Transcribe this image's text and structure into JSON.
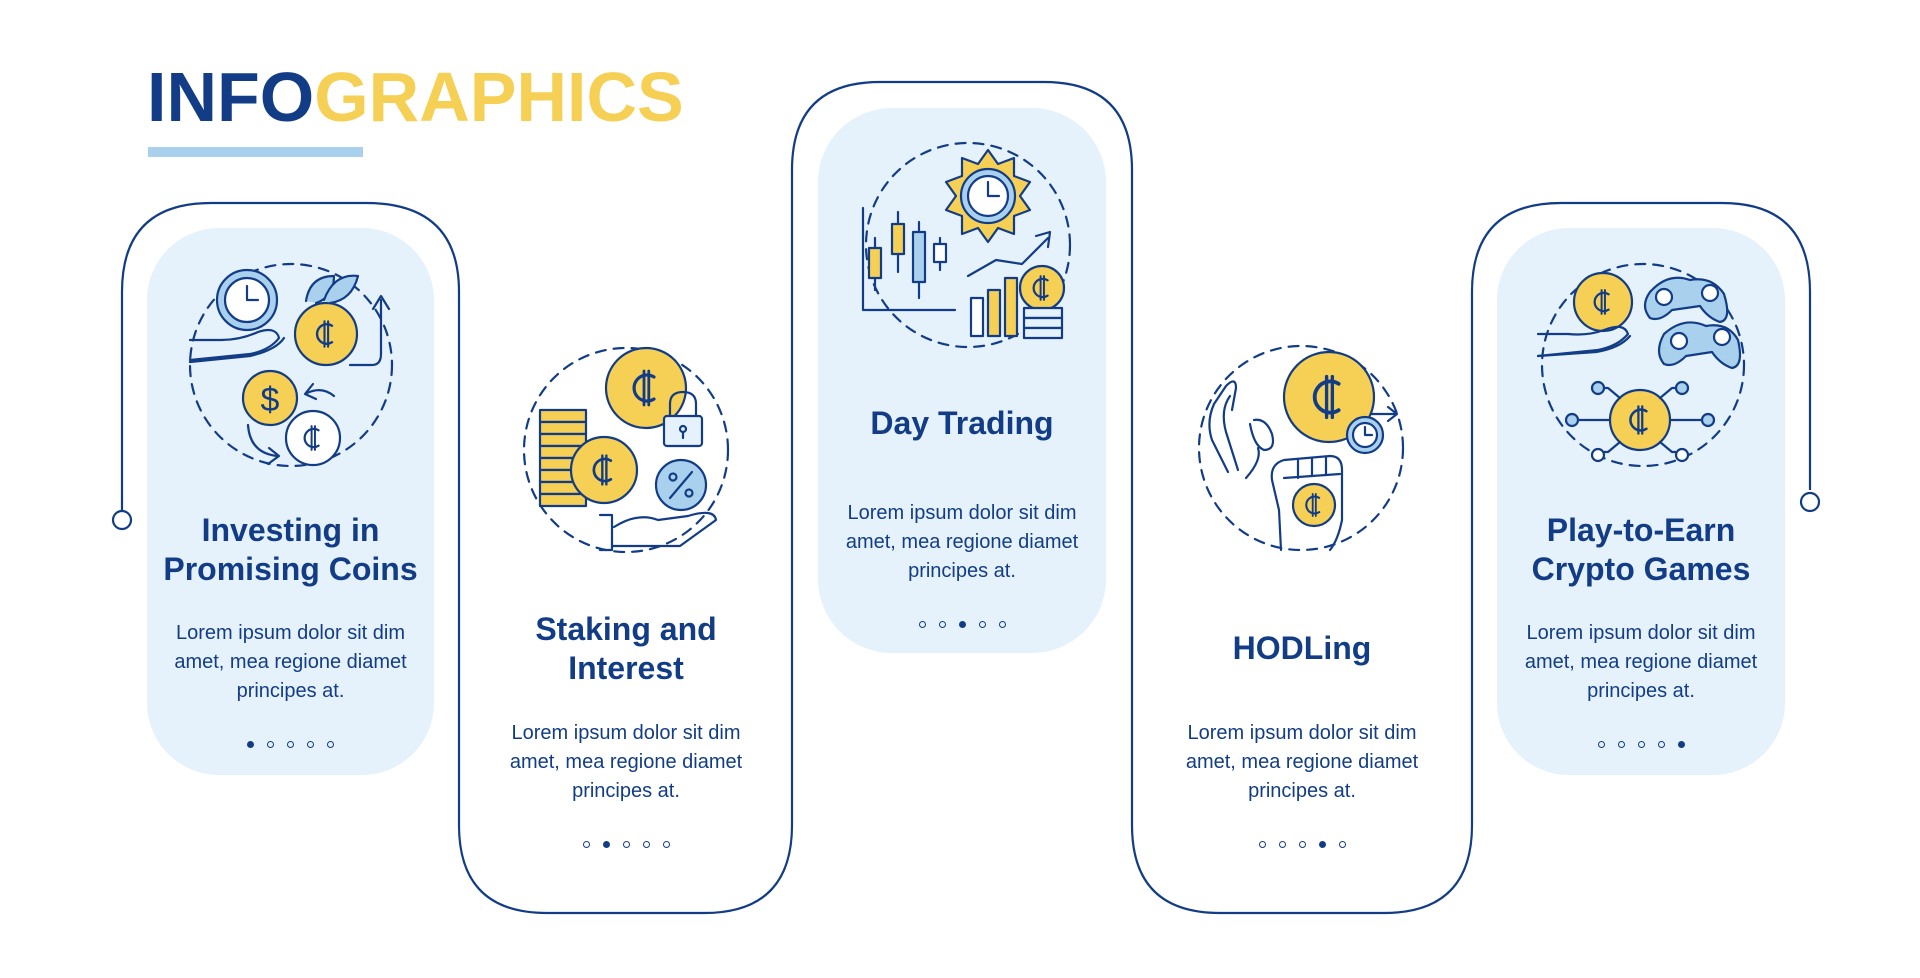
{
  "header": {
    "title_part1": "INFO",
    "title_part2": "GRAPHICS"
  },
  "colors": {
    "navy": "#123d86",
    "yellow": "#f6cf55",
    "panel": "#e5f1fb",
    "accent_blue": "#a9d1ee"
  },
  "cards": [
    {
      "title_lines": [
        "Investing in",
        "Promising Coins"
      ],
      "description_lines": [
        "Lorem ipsum dolor sit dim",
        "amet, mea regione diamet",
        "principes at."
      ],
      "active_dot": 1,
      "icon": "hand-clock-coins-exchange-icon"
    },
    {
      "title_lines": [
        "Staking and",
        "Interest"
      ],
      "description_lines": [
        "Lorem ipsum dolor sit dim",
        "amet, mea regione diamet",
        "principes at."
      ],
      "active_dot": 2,
      "icon": "coins-lock-percent-icon"
    },
    {
      "title_lines": [
        "Day Trading"
      ],
      "description_lines": [
        "Lorem ipsum dolor sit dim",
        "amet, mea regione diamet",
        "principes at."
      ],
      "active_dot": 3,
      "icon": "candlestick-sun-clock-icon"
    },
    {
      "title_lines": [
        "HODLing"
      ],
      "description_lines": [
        "Lorem ipsum dolor sit dim",
        "amet, mea regione diamet",
        "principes at."
      ],
      "active_dot": 4,
      "icon": "ok-hand-fist-coin-icon"
    },
    {
      "title_lines": [
        "Play-to-Earn",
        "Crypto Games"
      ],
      "description_lines": [
        "Lorem ipsum dolor sit dim",
        "amet, mea regione diamet",
        "principes at."
      ],
      "active_dot": 5,
      "icon": "gamepad-coin-network-icon"
    }
  ]
}
